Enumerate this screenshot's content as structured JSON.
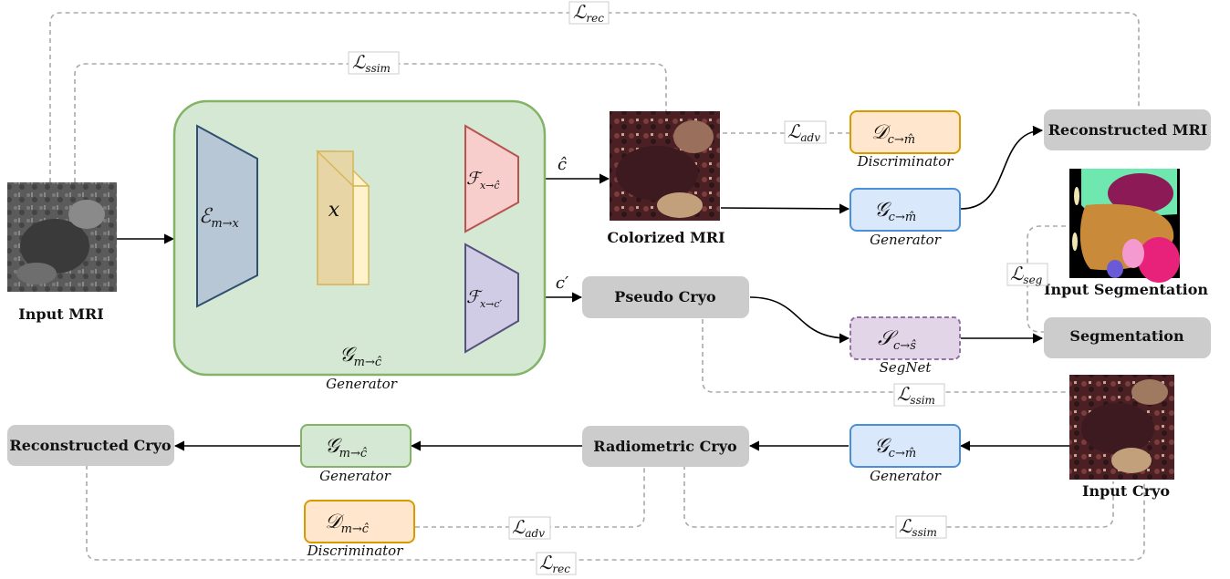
{
  "images": {
    "input_mri": "Input MRI",
    "colorized_mri": "Colorized MRI",
    "input_segmentation": "Input Segmentation",
    "input_cryo": "Input Cryo"
  },
  "modules": {
    "encoder": {
      "sym": "ℰ",
      "sub": "m→x"
    },
    "latent": {
      "sym": "x"
    },
    "f_chat": {
      "sym": "ℱ",
      "sub": "x→ĉ"
    },
    "f_cprime": {
      "sym": "ℱ",
      "sub": "x→c′"
    },
    "gen_main": {
      "sym": "𝒢",
      "sub": "m→ĉ",
      "caption": "Generator"
    },
    "disc_top": {
      "sym": "𝒟",
      "sub": "c→m̂",
      "caption": "Discriminator"
    },
    "gen_top": {
      "sym": "𝒢",
      "sub": "c→m̂",
      "caption": "Generator"
    },
    "segnet": {
      "sym": "𝒮",
      "sub": "c→ŝ",
      "caption": "SegNet"
    },
    "gen_bot_right": {
      "sym": "𝒢",
      "sub": "c→m̂",
      "caption": "Generator"
    },
    "gen_bot_left": {
      "sym": "𝒢",
      "sub": "m→ĉ",
      "caption": "Generator"
    },
    "disc_bot": {
      "sym": "𝒟",
      "sub": "m→ĉ",
      "caption": "Discriminator"
    }
  },
  "boxes": {
    "reconstructed_mri": "Reconstructed MRI",
    "pseudo_cryo": "Pseudo Cryo",
    "segmentation": "Segmentation",
    "radiometric_cryo": "Radiometric Cryo",
    "reconstructed_cryo": "Reconstructed Cryo"
  },
  "edge_labels": {
    "c_hat": "ĉ",
    "c_prime": "c′"
  },
  "losses": {
    "rec_top": {
      "sym": "ℒ",
      "sub": "rec"
    },
    "ssim_top": {
      "sym": "ℒ",
      "sub": "ssim"
    },
    "adv_top": {
      "sym": "ℒ",
      "sub": "adv"
    },
    "seg": {
      "sym": "ℒ",
      "sub": "seg"
    },
    "ssim_mid": {
      "sym": "ℒ",
      "sub": "ssim"
    },
    "adv_bot": {
      "sym": "ℒ",
      "sub": "adv"
    },
    "ssim_bot": {
      "sym": "ℒ",
      "sub": "ssim"
    },
    "rec_bot": {
      "sym": "ℒ",
      "sub": "rec"
    }
  },
  "colors": {
    "green_fill": "#d5e8d4",
    "green_stroke": "#82b366",
    "blue_fill": "#dae8fc",
    "blue_stroke": "#4a90d9",
    "orange_fill": "#ffe6cc",
    "orange_stroke": "#d79b00",
    "purple_fill": "#e1d5e7",
    "purple_stroke": "#9673a6",
    "red_fill": "#f8cecc",
    "red_stroke": "#b85450",
    "encoder_fill": "#b7c7d6",
    "encoder_stroke": "#2f4f6f",
    "gray_box": "#cccccc"
  }
}
